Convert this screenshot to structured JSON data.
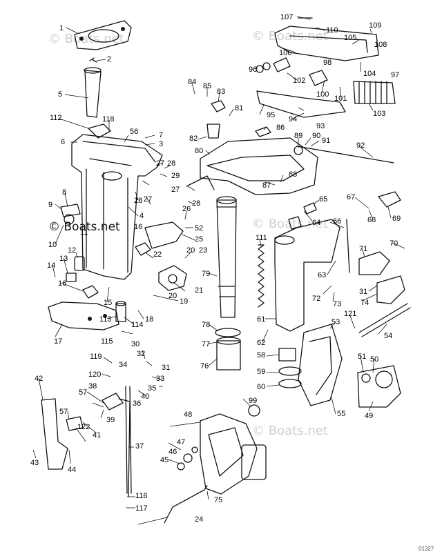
{
  "watermark": "© Boats.net",
  "drawing_code": "01327",
  "callouts": [
    "1",
    "2",
    "3",
    "4",
    "5",
    "6",
    "7",
    "8",
    "9",
    "10",
    "11",
    "12",
    "13",
    "14",
    "15",
    "16",
    "16",
    "17",
    "18",
    "19",
    "20",
    "20",
    "21",
    "22",
    "23",
    "24",
    "25",
    "26",
    "27",
    "27",
    "27",
    "28",
    "28",
    "28",
    "29",
    "30",
    "31",
    "31",
    "32",
    "33",
    "34",
    "35",
    "36",
    "37",
    "38",
    "39",
    "40",
    "41",
    "42",
    "43",
    "44",
    "45",
    "46",
    "47",
    "48",
    "49",
    "50",
    "51",
    "52",
    "53",
    "54",
    "55",
    "56",
    "57",
    "57",
    "58",
    "59",
    "60",
    "61",
    "62",
    "63",
    "64",
    "65",
    "66",
    "67",
    "68",
    "69",
    "70",
    "71",
    "72",
    "73",
    "74",
    "75",
    "76",
    "77",
    "78",
    "79",
    "80",
    "81",
    "82",
    "83",
    "84",
    "85",
    "86",
    "87",
    "88",
    "89",
    "90",
    "91",
    "92",
    "93",
    "94",
    "95",
    "96",
    "97",
    "98",
    "99",
    "100",
    "101",
    "102",
    "103",
    "104",
    "105",
    "106",
    "107",
    "108",
    "109",
    "110",
    "111",
    "112",
    "113",
    "114",
    "115",
    "116",
    "117",
    "118",
    "119",
    "120",
    "121",
    "122"
  ]
}
